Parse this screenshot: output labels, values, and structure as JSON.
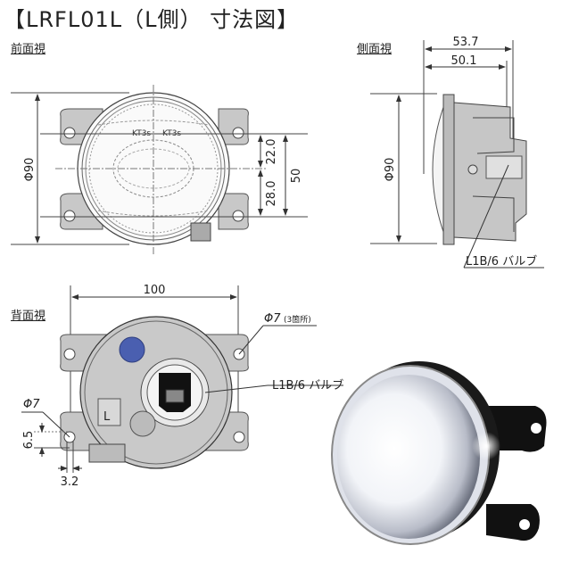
{
  "title": "【LRFL01L（L側） 寸法図】",
  "views": {
    "front": {
      "label": "前面視",
      "dimensions": {
        "diameter": "Φ90",
        "upper": "22.0",
        "lower": "28.0",
        "pitch": "50"
      },
      "lens_marks": [
        "KT3s",
        "KT3s"
      ]
    },
    "side": {
      "label": "側面視",
      "dimensions": {
        "overall_depth": "53.7",
        "body_depth": "50.1",
        "diameter": "Φ90"
      },
      "callout": "L1B/6 バルブ"
    },
    "back": {
      "label": "背面視",
      "dimensions": {
        "width": "100",
        "hole_diameter": "Φ7",
        "hole_note": "(3箇所)",
        "slot_diameter": "Φ7",
        "slot_height": "6.5",
        "slot_width": "3.2"
      },
      "side_marker": "L",
      "callout": "L1B/6 バルブ"
    }
  },
  "colors": {
    "body": "#c8c8c8",
    "body_dark": "#9a9a9a",
    "line": "#333333",
    "blue_cap": "#4a5fb0",
    "photo_dark": "#111111"
  },
  "photo": {
    "alt": "LED fog lamp product photo (lit)"
  }
}
